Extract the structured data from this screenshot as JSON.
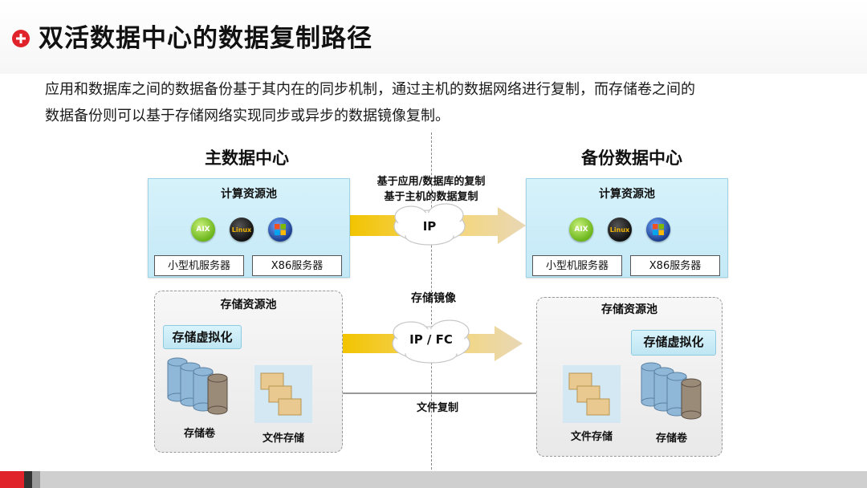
{
  "header": {
    "title": "双活数据中心的数据复制路径"
  },
  "intro": {
    "line1": "应用和数据库之间的数据备份基于其内在的同步机制，通过主机的数据网络进行复制，而存储卷之间的",
    "line2": "数据备份则可以基于存储网络实现同步或异步的数据镜像复制。"
  },
  "primary": {
    "title": "主数据中心",
    "compute_label": "计算资源池",
    "os": [
      "AIX",
      "Linux",
      ""
    ],
    "server_small": "小型机服务器",
    "server_x86": "X86服务器",
    "storage_label": "存储资源池",
    "virtualization": "存储虚拟化",
    "volume_label": "存储卷",
    "file_label": "文件存储"
  },
  "backup": {
    "title": "备份数据中心",
    "compute_label": "计算资源池",
    "os": [
      "AIX",
      "Linux",
      ""
    ],
    "server_small": "小型机服务器",
    "server_x86": "X86服务器",
    "storage_label": "存储资源池",
    "virtualization": "存储虚拟化",
    "volume_label": "存储卷",
    "file_label": "文件存储"
  },
  "links": {
    "app_replication_1": "基于应用/数据库的复制",
    "app_replication_2": "基于主机的数据复制",
    "ip_cloud": "IP",
    "mirror_label": "存储镜像",
    "ipfc_cloud": "IP / FC",
    "file_copy": "文件复制"
  },
  "colors": {
    "accent_red": "#e0232b",
    "arrow_yellow": "#f2c400",
    "pool_blue": "#c9ebf7"
  },
  "icons": [
    "plus-circle-icon",
    "aix-icon",
    "linux-icon",
    "windows-icon",
    "database-icon",
    "folder-icon"
  ]
}
